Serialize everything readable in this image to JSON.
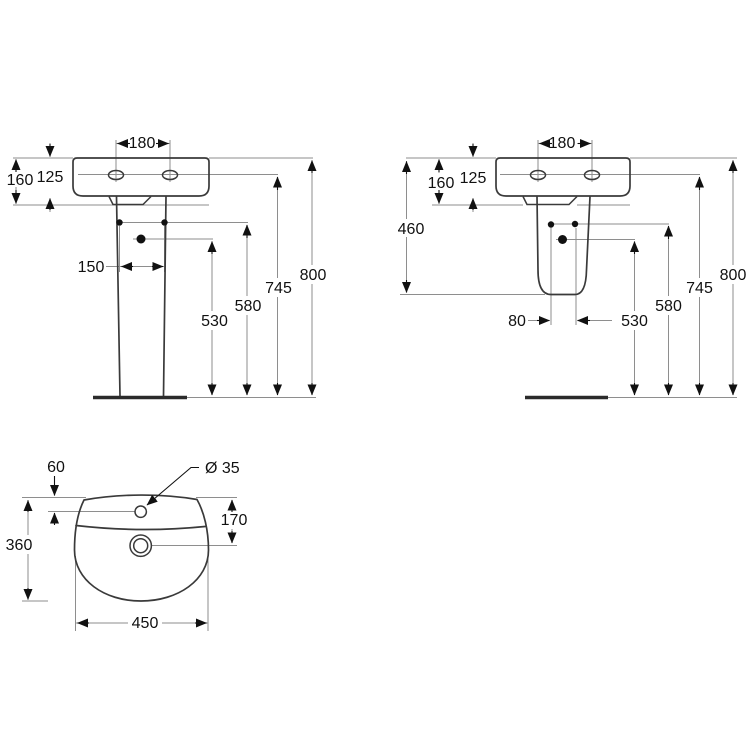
{
  "drawing": {
    "type": "washbasin technical dimension drawing",
    "units": "mm",
    "line_colors": {
      "extension": "#8e8e8e",
      "outline": "#3a3a3a",
      "marks": "#111111"
    }
  },
  "views": {
    "front_pedestal": {
      "title": "front view with full pedestal",
      "dims": {
        "tap_spacing": "180",
        "basin_height": "160",
        "rim_to_bottom": "125",
        "bolt_spacing": "150",
        "drain_height": "530",
        "bolt_height": "580",
        "tap_height": "745",
        "rim_height": "800"
      }
    },
    "front_semi_pedestal": {
      "title": "front view with semi-pedestal",
      "dims": {
        "tap_spacing": "180",
        "basin_height": "160",
        "rim_to_bottom": "125",
        "semi_pedestal_height": "460",
        "outlet_spacing": "80",
        "drain_height": "530",
        "bolt_height": "580",
        "tap_height": "745",
        "rim_height": "800"
      }
    },
    "plan": {
      "title": "plan view",
      "dims": {
        "tap_offset": "60",
        "tap_hole_diameter": "Ø 35",
        "drain_offset": "170",
        "depth": "360",
        "width": "450"
      }
    }
  }
}
